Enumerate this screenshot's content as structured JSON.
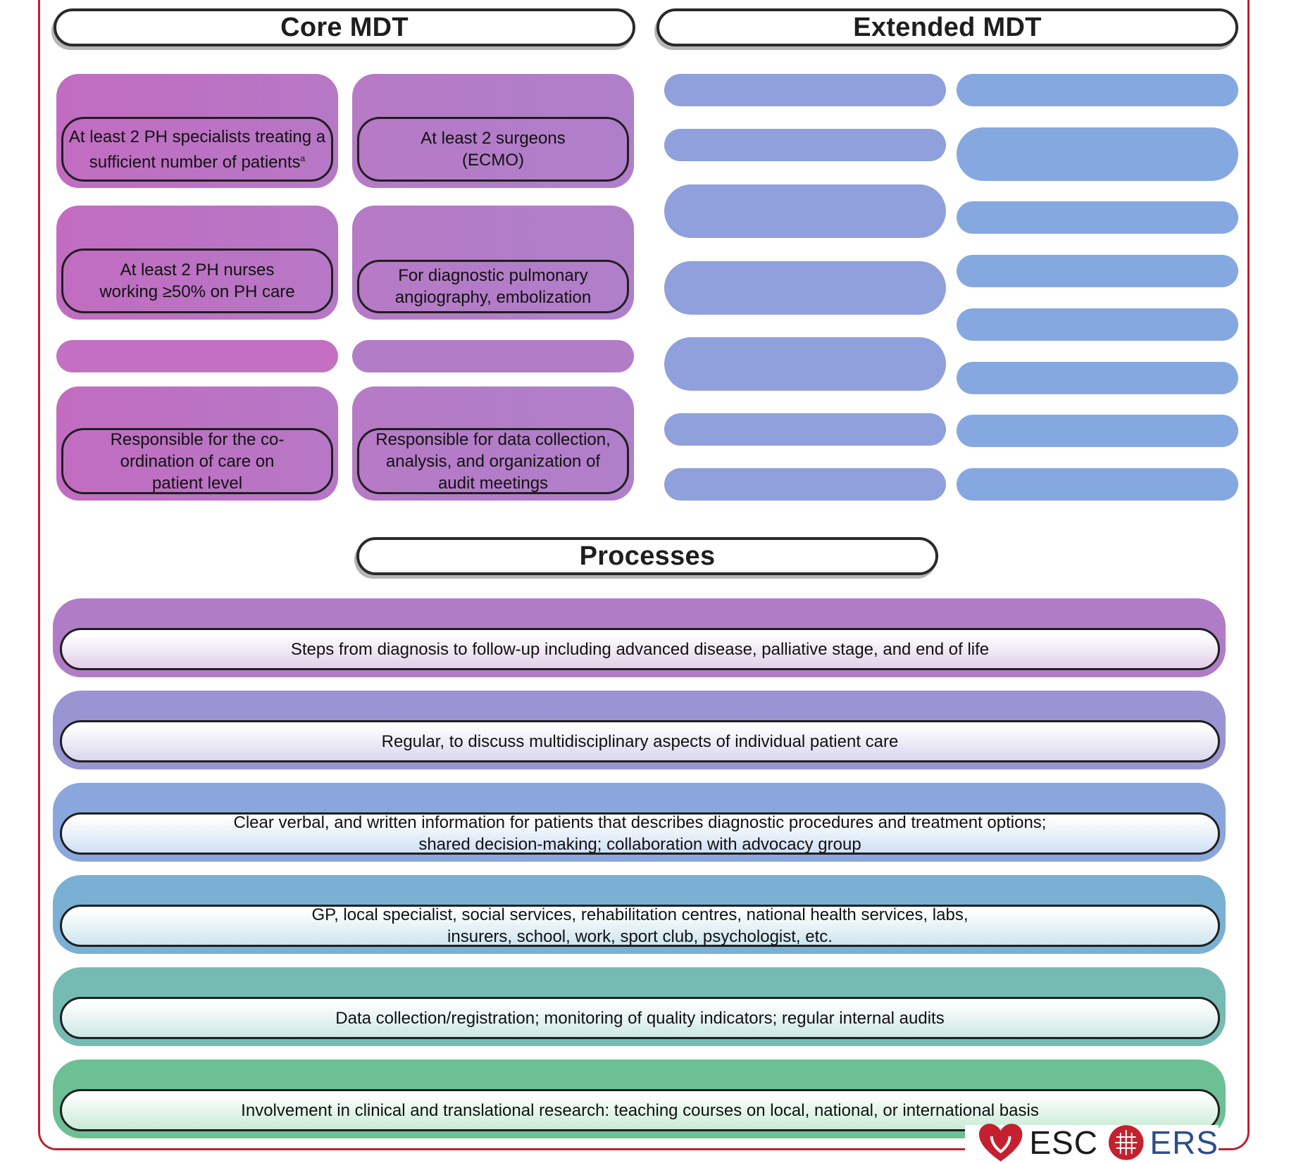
{
  "headers": {
    "core": "Core MDT",
    "extended": "Extended MDT",
    "processes": "Processes"
  },
  "core_cards": [
    {
      "text": "At least 2 PH specialists treating a sufficient number of patients",
      "sup": "a"
    },
    {
      "text": "At least 2 surgeons (ECMO)"
    },
    {
      "text": "At least 2 PH nurses working ≥50% on PH care"
    },
    {
      "text": "For diagnostic pulmonary angiography, embolization"
    },
    {
      "text": "Responsible for the co-ordination of care on patient level"
    },
    {
      "text": "Responsible for data collection, analysis, and organization of audit meetings"
    }
  ],
  "processes": [
    {
      "text": "Steps from diagnosis to follow-up including advanced disease, palliative stage, and end of life",
      "color": "#b07cc6"
    },
    {
      "text": "Regular, to discuss multidisciplinary aspects of individual patient care",
      "color": "#9a94d2"
    },
    {
      "text": "Clear verbal, and written information for patients that describes diagnostic procedures and treatment options;\nshared decision-making; collaboration with advocacy group",
      "color": "#8aa6dc"
    },
    {
      "text": "GP, local specialist, social services, rehabilitation centres, national health services, labs,\ninsurers, school, work, sport club, psychologist, etc.",
      "color": "#7ab0d3"
    },
    {
      "text": "Data collection/registration; monitoring of quality indicators; regular internal audits",
      "color": "#76bbb3"
    },
    {
      "text": "Involvement in clinical and translational research: teaching courses on local, national, or international basis",
      "color": "#6cc094"
    }
  ],
  "logos": {
    "esc": "ESC",
    "ers": "ERS",
    "esc_color": "#c4202f",
    "ers_color": "#c4202f"
  }
}
